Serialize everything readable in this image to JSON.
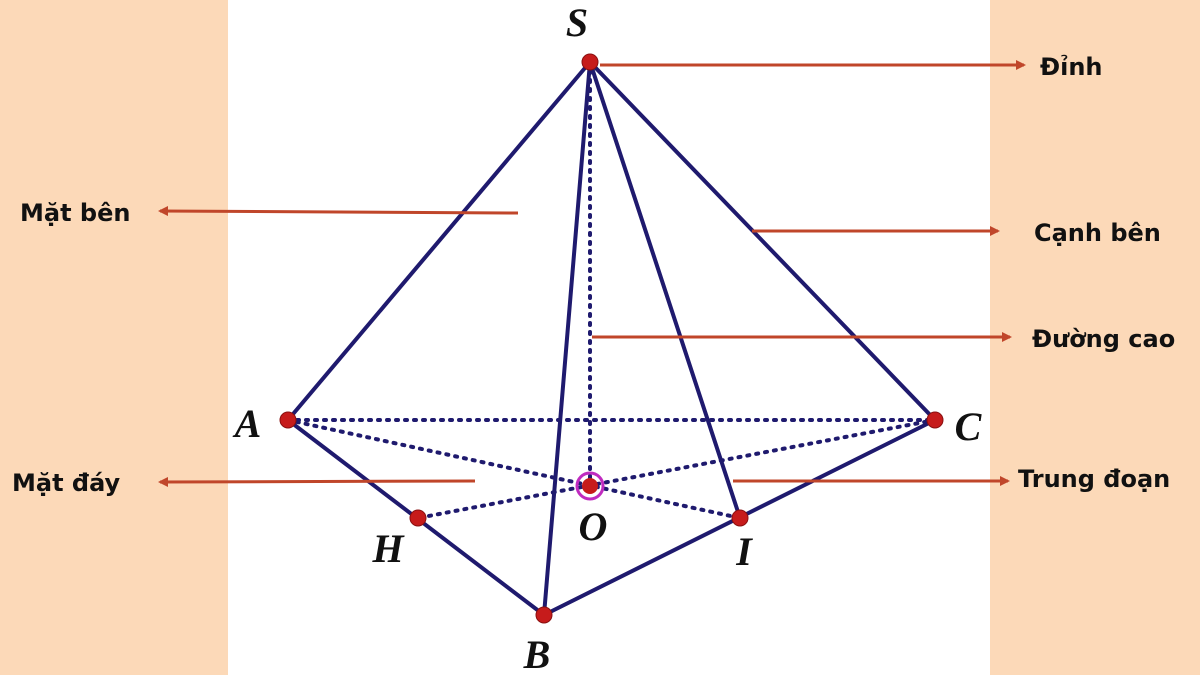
{
  "points": {
    "S": "S",
    "A": "A",
    "B": "B",
    "C": "C",
    "H": "H",
    "I": "I",
    "O": "O"
  },
  "labels": {
    "apex": "Đỉnh",
    "lateral_face": "Mặt bên",
    "lateral_edge": "Cạnh bên",
    "height": "Đường cao",
    "base": "Mặt đáy",
    "apothem": "Trung đoạn"
  },
  "colors": {
    "background": "#fcd9b8",
    "panel": "#ffffff",
    "edge": "#1f1a6e",
    "vertex": "#c61b1b",
    "arrow": "#c0462a",
    "centroid_ring": "#c02bc0"
  }
}
